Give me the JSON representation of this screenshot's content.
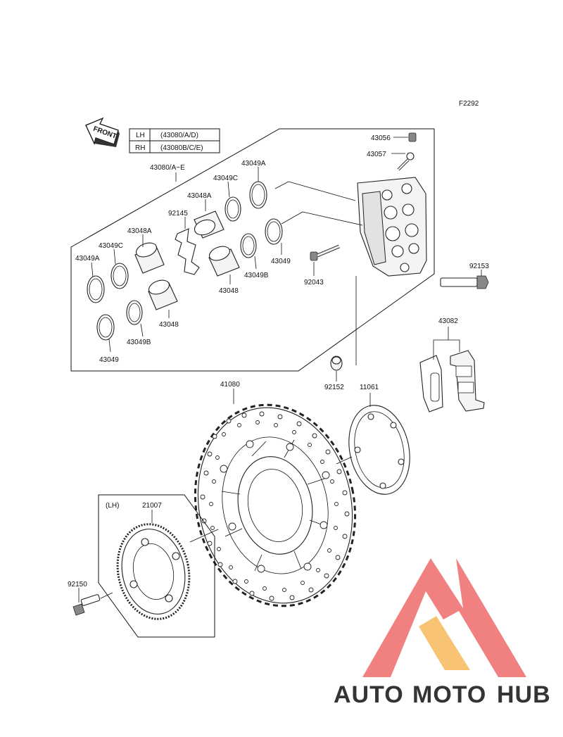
{
  "figure_code": "F2292",
  "front_label": "FRONT",
  "side_table": [
    {
      "side": "LH",
      "codes": "(43080/A/D)"
    },
    {
      "side": "RH",
      "codes": "(43080B/C/E)"
    }
  ],
  "lh_label": "(LH)",
  "parts": {
    "assembly": "43080/A~E",
    "p43056": "43056",
    "p43057": "43057",
    "p43049A_top": "43049A",
    "p43049C_top": "43049C",
    "p43048A_top": "43048A",
    "p92145": "92145",
    "p43048A_left": "43048A",
    "p43049C_left": "43049C",
    "p43049A_left": "43049A",
    "p43049_right": "43049",
    "p43049B_right": "43049B",
    "p43048_right": "43048",
    "p43048_left": "43048",
    "p43049B_left": "43049B",
    "p43049_left": "43049",
    "p92043": "92043",
    "p92153": "92153",
    "p43082": "43082",
    "p92152": "92152",
    "p11061": "11061",
    "p41080": "41080",
    "p21007": "21007",
    "p92150": "92150"
  },
  "watermark": {
    "brand_part1": "AUTO",
    "brand_part2": "MOTO",
    "brand_part3": "HUB",
    "color_orange": "#f6b24a",
    "color_red": "#ee5a5a",
    "color_gray": "#8c8c8c"
  }
}
